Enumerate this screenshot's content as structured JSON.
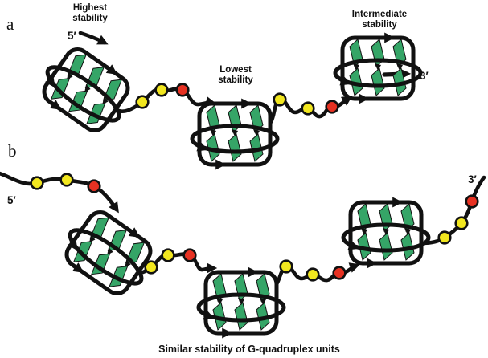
{
  "figure_type": "scientific-diagram",
  "subject": "Stability of G-quadruplex units along a DNA strand",
  "colors": {
    "tetrad_green": "#35a567",
    "bead_yellow": "#f2e71f",
    "bead_red": "#e73122",
    "strand": "#111111"
  },
  "text": {
    "five_prime": "5′",
    "three_prime": "3′",
    "caption": "Similar stability of G-quadruplex units",
    "highest": [
      "Highest",
      "stability"
    ],
    "lowest": [
      "Lowest",
      "stability"
    ],
    "intermediate": [
      "Intermediate",
      "stability"
    ]
  },
  "panels": {
    "a": {
      "label": "a",
      "units": [
        {
          "stability": "Highest stability",
          "terminal": "5′",
          "orientation": "tilted"
        },
        {
          "stability": "Lowest stability",
          "orientation": "upright"
        },
        {
          "stability": "Intermediate stability",
          "terminal": "3′",
          "orientation": "upright"
        }
      ],
      "linker_beads": [
        [
          "yellow",
          "yellow",
          "red"
        ],
        [
          "yellow",
          "yellow",
          "red"
        ]
      ]
    },
    "b": {
      "label": "b",
      "five_prime_leader_beads": [
        "yellow",
        "yellow",
        "red"
      ],
      "units": [
        {
          "orientation": "tilted"
        },
        {
          "orientation": "upright"
        },
        {
          "orientation": "upright"
        }
      ],
      "linker_beads": [
        [
          "yellow",
          "yellow",
          "red"
        ],
        [
          "yellow",
          "yellow",
          "red"
        ]
      ],
      "three_prime_tail_beads": [
        "yellow",
        "yellow",
        "red"
      ],
      "caption": "Similar stability of G-quadruplex units"
    }
  }
}
